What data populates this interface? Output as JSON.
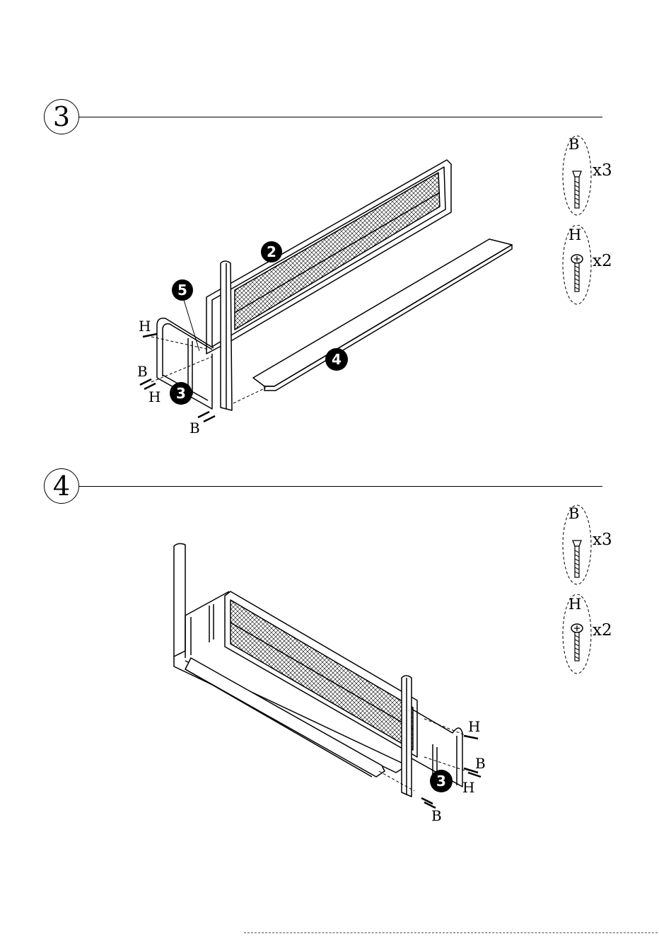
{
  "steps": [
    {
      "number": "3",
      "hardware": [
        {
          "code": "B",
          "qty": "x3",
          "icon": "flat-head-bolt-icon"
        },
        {
          "code": "H",
          "qty": "x2",
          "icon": "phillips-screw-icon"
        }
      ],
      "parts": [
        "2",
        "5",
        "4",
        "3"
      ],
      "fastener_labels": {
        "h_left": "H",
        "b_left": "B",
        "h_left_lower": "H",
        "b_bottom": "B"
      }
    },
    {
      "number": "4",
      "hardware": [
        {
          "code": "B",
          "qty": "x3",
          "icon": "flat-head-bolt-icon"
        },
        {
          "code": "H",
          "qty": "x2",
          "icon": "phillips-screw-icon"
        }
      ],
      "parts": [
        "3"
      ],
      "fastener_labels": {
        "h_right": "H",
        "b_right": "B",
        "h_right_lower": "H",
        "b_bottom": "B"
      }
    }
  ]
}
